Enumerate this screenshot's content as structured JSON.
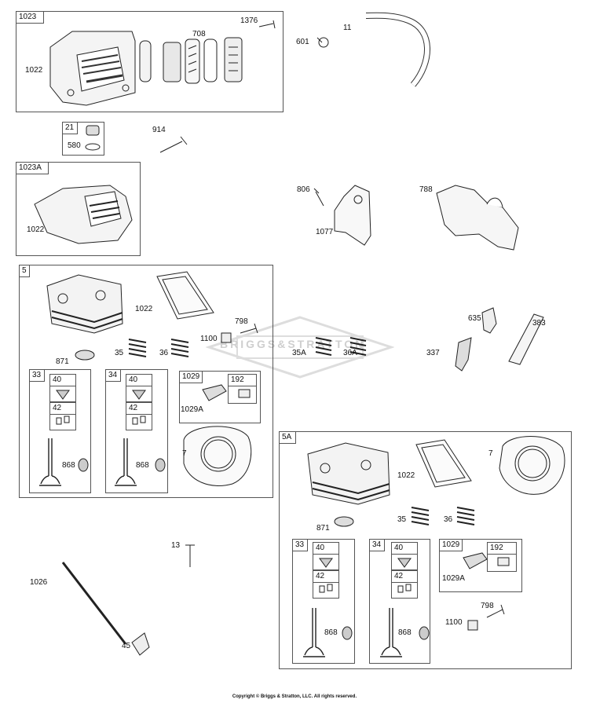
{
  "watermark": "BRIGGS&STRATTON",
  "copyright": "Copyright © Briggs & Stratton, LLC. All rights reserved.",
  "groups": {
    "g1023": "1023",
    "g21": "21",
    "g1023A": "1023A",
    "g5": "5",
    "g33a": "33",
    "g40a": "40",
    "g42a": "42",
    "g34a": "34",
    "g40b": "40",
    "g42b": "42",
    "g1029a": "1029",
    "g192a": "192",
    "g5A": "5A",
    "g33b": "33",
    "g40c": "40",
    "g42c": "42",
    "g34b": "34",
    "g40d": "40",
    "g42d": "42",
    "g1029b": "1029",
    "g192b": "192"
  },
  "parts": {
    "p1022a": "1022",
    "p708": "708",
    "p1376": "1376",
    "p601": "601",
    "p11": "11",
    "p580": "580",
    "p914": "914",
    "p1022b": "1022",
    "p806": "806",
    "p1077": "1077",
    "p788": "788",
    "p1022c": "1022",
    "p798a": "798",
    "p1100a": "1100",
    "p35a": "35",
    "p36a": "36",
    "p871a": "871",
    "p35A": "35A",
    "p36A": "36A",
    "p635": "635",
    "p383": "383",
    "p337": "337",
    "p1029Aa": "1029A",
    "p868a": "868",
    "p868b": "868",
    "p7a": "7",
    "p1022d": "1022",
    "p7b": "7",
    "p871b": "871",
    "p35b": "35",
    "p36b": "36",
    "p13": "13",
    "p1026": "1026",
    "p45": "45",
    "p868c": "868",
    "p868d": "868",
    "p1029Ab": "1029A",
    "p798b": "798",
    "p1100b": "1100"
  }
}
